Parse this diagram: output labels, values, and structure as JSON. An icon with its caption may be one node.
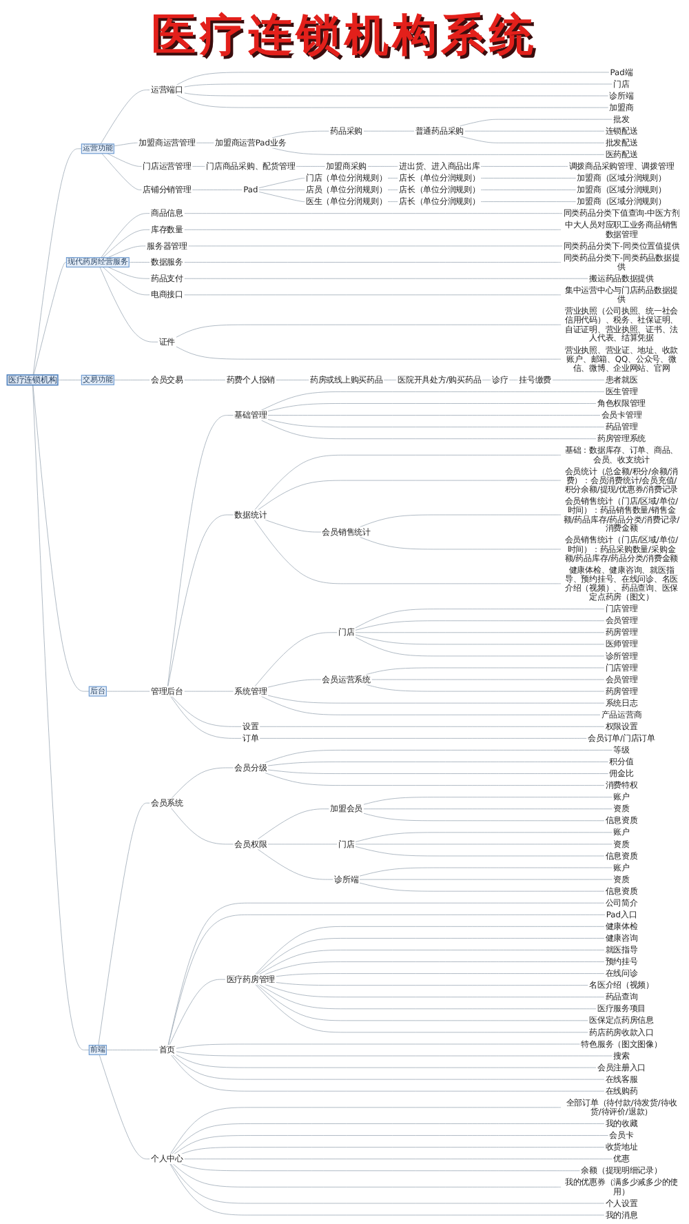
{
  "diagram": {
    "title": "医疗连锁机构系统",
    "nodes": [
      {
        "text": [
          "医疗连锁机构"
        ]
      },
      {
        "text": [
          "运营功能"
        ]
      },
      {
        "text": [
          "运营端口"
        ]
      },
      {
        "text": [
          "Pad端"
        ]
      },
      {
        "text": [
          "门店"
        ]
      },
      {
        "text": [
          "诊所端"
        ]
      },
      {
        "text": [
          "加盟商"
        ]
      },
      {
        "text": [
          "加盟商运营管理"
        ]
      },
      {
        "text": [
          "加盟商运营Pad业务"
        ]
      },
      {
        "text": [
          "药品采购"
        ]
      },
      {
        "text": [
          "普通药品采购"
        ]
      },
      {
        "text": [
          "批发"
        ]
      },
      {
        "text": [
          "连锁配送"
        ]
      },
      {
        "text": [
          "批发配送"
        ]
      },
      {
        "text": [
          "医药配送"
        ]
      },
      {
        "text": [
          "门店运营管理"
        ]
      },
      {
        "text": [
          "门店商品采购、配货管理"
        ]
      },
      {
        "text": [
          "加盟商采购"
        ]
      },
      {
        "text": [
          "进出货、进入商品出库"
        ]
      },
      {
        "text": [
          "调拨商品采购管理、调拨管理"
        ]
      },
      {
        "text": [
          "店铺分销管理"
        ]
      },
      {
        "text": [
          "Pad"
        ]
      },
      {
        "text": [
          "门店（单位分润规则）"
        ]
      },
      {
        "text": [
          "店长（单位分润规则）"
        ]
      },
      {
        "text": [
          "加盟商（区域分润规则）"
        ]
      },
      {
        "text": [
          "店员（单位分润规则）"
        ]
      },
      {
        "text": [
          "店长（单位分润规则）"
        ]
      },
      {
        "text": [
          "加盟商（区域分润规则）"
        ]
      },
      {
        "text": [
          "医生（单位分润规则）"
        ]
      },
      {
        "text": [
          "店长（单位分润规则）"
        ]
      },
      {
        "text": [
          "加盟商（区域分润规则）"
        ]
      },
      {
        "text": [
          "现代药房经营服务"
        ]
      },
      {
        "text": [
          "商品信息"
        ]
      },
      {
        "text": [
          "同类药品分类下值查询-中医方剂"
        ]
      },
      {
        "text": [
          "库存数量"
        ]
      },
      {
        "text": [
          "中大人员对应职工业务商品销售数据管理"
        ]
      },
      {
        "text": [
          "服务器管理"
        ]
      },
      {
        "text": [
          "同类药品分类下-同类位置值提供"
        ]
      },
      {
        "text": [
          "数据服务"
        ]
      },
      {
        "text": [
          "同类药品分类下-同类药品数据提供"
        ]
      },
      {
        "text": [
          "药品支付"
        ]
      },
      {
        "text": [
          "搬运药品数据提供"
        ]
      },
      {
        "text": [
          "电商接口"
        ]
      },
      {
        "text": [
          "集中运营中心与门店药品数据提供"
        ]
      },
      {
        "text": [
          "证件"
        ]
      },
      {
        "text": [
          "营业执照（公司执照、统一社会信用代码）、税务、社保证明、自证证明、营业执照、证书、法人代表、结算凭据"
        ]
      },
      {
        "text": [
          "营业执照、营业证、地址、收款账户、邮箱、QQ、公众号、微信、微博、企业网站、官网"
        ]
      },
      {
        "text": [
          "交易功能"
        ]
      },
      {
        "text": [
          "会员交易"
        ]
      },
      {
        "text": [
          "药费个人报销"
        ]
      },
      {
        "text": [
          "药房或线上购买药品"
        ]
      },
      {
        "text": [
          "医院开具处方/购买药品"
        ]
      },
      {
        "text": [
          "诊疗"
        ]
      },
      {
        "text": [
          "挂号缴费"
        ]
      },
      {
        "text": [
          "患者就医"
        ]
      },
      {
        "text": [
          "后台"
        ]
      },
      {
        "text": [
          "管理后台"
        ]
      },
      {
        "text": [
          "基础管理"
        ]
      },
      {
        "text": [
          "医生管理"
        ]
      },
      {
        "text": [
          "角色权限管理"
        ]
      },
      {
        "text": [
          "会员卡管理"
        ]
      },
      {
        "text": [
          "药品管理"
        ]
      },
      {
        "text": [
          "药房管理系统"
        ]
      },
      {
        "text": [
          "数据统计"
        ]
      },
      {
        "text": [
          "基础：数据库存、订单、商品、会员、收支统计"
        ]
      },
      {
        "text": [
          "会员统计（总金额/积分/余额/消费）：会员消费统计/会员充值/积分余额/提现/优惠券/消费记录"
        ]
      },
      {
        "text": [
          "会员销售统计"
        ]
      },
      {
        "text": [
          "会员销售统计（门店/区域/单位/时间）：药品销售数量/销售金额/药品库存/药品分类/消费记录/消费金额"
        ]
      },
      {
        "text": [
          "会员销售统计（门店/区域/单位/时间）：药品采购数量/采购金额/药品库存/药品分类/消费金额"
        ]
      },
      {
        "text": [
          "健康体检、健康咨询、就医指导、预约挂号、在线问诊、名医介绍（视频）、药品查询、医保定点药房（图文）"
        ]
      },
      {
        "text": [
          "系统管理"
        ]
      },
      {
        "text": [
          "门店"
        ]
      },
      {
        "text": [
          "门店管理"
        ]
      },
      {
        "text": [
          "会员管理"
        ]
      },
      {
        "text": [
          "药房管理"
        ]
      },
      {
        "text": [
          "医师管理"
        ]
      },
      {
        "text": [
          "诊所管理"
        ]
      },
      {
        "text": [
          "会员运营系统"
        ]
      },
      {
        "text": [
          "门店管理"
        ]
      },
      {
        "text": [
          "会员管理"
        ]
      },
      {
        "text": [
          "药房管理"
        ]
      },
      {
        "text": [
          "系统日志"
        ]
      },
      {
        "text": [
          "产品运营商"
        ]
      },
      {
        "text": [
          "设置"
        ]
      },
      {
        "text": [
          "权限设置"
        ]
      },
      {
        "text": [
          "订单"
        ]
      },
      {
        "text": [
          "会员订单/门店订单"
        ]
      },
      {
        "text": [
          "前端"
        ]
      },
      {
        "text": [
          "会员系统"
        ]
      },
      {
        "text": [
          "会员分级"
        ]
      },
      {
        "text": [
          "等级"
        ]
      },
      {
        "text": [
          "积分值"
        ]
      },
      {
        "text": [
          "佣金比"
        ]
      },
      {
        "text": [
          "消费特权"
        ]
      },
      {
        "text": [
          "会员权限"
        ]
      },
      {
        "text": [
          "加盟会员"
        ]
      },
      {
        "text": [
          "账户"
        ]
      },
      {
        "text": [
          "资质"
        ]
      },
      {
        "text": [
          "信息资质"
        ]
      },
      {
        "text": [
          "门店"
        ]
      },
      {
        "text": [
          "账户"
        ]
      },
      {
        "text": [
          "资质"
        ]
      },
      {
        "text": [
          "信息资质"
        ]
      },
      {
        "text": [
          "诊所端"
        ]
      },
      {
        "text": [
          "账户"
        ]
      },
      {
        "text": [
          "资质"
        ]
      },
      {
        "text": [
          "信息资质"
        ]
      },
      {
        "text": [
          "首页"
        ]
      },
      {
        "text": [
          "公司简介"
        ]
      },
      {
        "text": [
          "Pad入口"
        ]
      },
      {
        "text": [
          "医疗药房管理"
        ]
      },
      {
        "text": [
          "健康体检"
        ]
      },
      {
        "text": [
          "健康咨询"
        ]
      },
      {
        "text": [
          "就医指导"
        ]
      },
      {
        "text": [
          "预约挂号"
        ]
      },
      {
        "text": [
          "在线问诊"
        ]
      },
      {
        "text": [
          "名医介绍（视频）"
        ]
      },
      {
        "text": [
          "药品查询"
        ]
      },
      {
        "text": [
          "医疗服务项目"
        ]
      },
      {
        "text": [
          "医保定点药房信息"
        ]
      },
      {
        "text": [
          "药店药房收款入口"
        ]
      },
      {
        "text": [
          "特色服务（图文图像）"
        ]
      },
      {
        "text": [
          "搜索"
        ]
      },
      {
        "text": [
          "会员注册入口"
        ]
      },
      {
        "text": [
          "在线客服"
        ]
      },
      {
        "text": [
          "在线购药"
        ]
      },
      {
        "text": [
          "个人中心"
        ]
      },
      {
        "text": [
          "全部订单（待付款/待发货/待收货/待评价/退款）"
        ]
      },
      {
        "text": [
          "我的收藏"
        ]
      },
      {
        "text": [
          "会员卡"
        ]
      },
      {
        "text": [
          "收货地址"
        ]
      },
      {
        "text": [
          "优惠"
        ]
      },
      {
        "text": [
          "余额（提现明细记录）"
        ]
      },
      {
        "text": [
          "我的优惠券（满多少减多少的使用）"
        ]
      },
      {
        "text": [
          "个人设置"
        ]
      },
      {
        "text": [
          "我的消息"
        ]
      }
    ],
    "edges": [
      {
        "from": 0,
        "to": 1,
        "arrow": "none"
      },
      {
        "from": 1,
        "to": 2,
        "arrow": "none"
      },
      {
        "from": 2,
        "to": 3,
        "arrow": "none"
      },
      {
        "from": 2,
        "to": 4,
        "arrow": "none"
      },
      {
        "from": 2,
        "to": 5,
        "arrow": "none"
      },
      {
        "from": 2,
        "to": 6,
        "arrow": "none"
      },
      {
        "from": 1,
        "to": 7,
        "arrow": "none"
      },
      {
        "from": 7,
        "to": 8,
        "arrow": "none"
      },
      {
        "from": 8,
        "to": 9,
        "arrow": "none"
      },
      {
        "from": 9,
        "to": 10,
        "arrow": "none"
      },
      {
        "from": 10,
        "to": 11,
        "arrow": "none"
      },
      {
        "from": 10,
        "to": 12,
        "arrow": "none"
      },
      {
        "from": 10,
        "to": 13,
        "arrow": "none"
      },
      {
        "from": 8,
        "to": 14,
        "arrow": "none"
      },
      {
        "from": 1,
        "to": 15,
        "arrow": "none"
      },
      {
        "from": 15,
        "to": 16,
        "arrow": "none"
      },
      {
        "from": 16,
        "to": 17,
        "arrow": "none"
      },
      {
        "from": 17,
        "to": 18,
        "arrow": "none"
      },
      {
        "from": 18,
        "to": 19,
        "arrow": "none"
      },
      {
        "from": 1,
        "to": 20,
        "arrow": "none"
      },
      {
        "from": 20,
        "to": 21,
        "arrow": "none"
      },
      {
        "from": 21,
        "to": 22,
        "arrow": "none"
      },
      {
        "from": 22,
        "to": 23,
        "arrow": "none"
      },
      {
        "from": 23,
        "to": 24,
        "arrow": "none"
      },
      {
        "from": 21,
        "to": 25,
        "arrow": "none"
      },
      {
        "from": 25,
        "to": 26,
        "arrow": "none"
      },
      {
        "from": 26,
        "to": 27,
        "arrow": "none"
      },
      {
        "from": 21,
        "to": 28,
        "arrow": "none"
      },
      {
        "from": 28,
        "to": 29,
        "arrow": "none"
      },
      {
        "from": 29,
        "to": 30,
        "arrow": "none"
      },
      {
        "from": 0,
        "to": 31,
        "arrow": "none"
      },
      {
        "from": 31,
        "to": 32,
        "arrow": "none"
      },
      {
        "from": 32,
        "to": 33,
        "arrow": "none"
      },
      {
        "from": 31,
        "to": 34,
        "arrow": "none"
      },
      {
        "from": 34,
        "to": 35,
        "arrow": "none"
      },
      {
        "from": 31,
        "to": 36,
        "arrow": "none"
      },
      {
        "from": 36,
        "to": 37,
        "arrow": "none"
      },
      {
        "from": 31,
        "to": 38,
        "arrow": "none"
      },
      {
        "from": 38,
        "to": 39,
        "arrow": "none"
      },
      {
        "from": 31,
        "to": 40,
        "arrow": "none"
      },
      {
        "from": 40,
        "to": 41,
        "arrow": "none"
      },
      {
        "from": 31,
        "to": 42,
        "arrow": "none"
      },
      {
        "from": 42,
        "to": 43,
        "arrow": "none"
      },
      {
        "from": 31,
        "to": 44,
        "arrow": "none"
      },
      {
        "from": 44,
        "to": 45,
        "arrow": "none"
      },
      {
        "from": 44,
        "to": 46,
        "arrow": "none"
      },
      {
        "from": 0,
        "to": 47,
        "arrow": "none"
      },
      {
        "from": 47,
        "to": 48,
        "arrow": "none"
      },
      {
        "from": 48,
        "to": 49,
        "arrow": "none"
      },
      {
        "from": 49,
        "to": 50,
        "arrow": "none"
      },
      {
        "from": 50,
        "to": 51,
        "arrow": "none"
      },
      {
        "from": 51,
        "to": 52,
        "arrow": "none"
      },
      {
        "from": 52,
        "to": 53,
        "arrow": "none"
      },
      {
        "from": 53,
        "to": 54,
        "arrow": "none"
      },
      {
        "from": 0,
        "to": 55,
        "arrow": "none"
      },
      {
        "from": 55,
        "to": 56,
        "arrow": "none"
      },
      {
        "from": 56,
        "to": 57,
        "arrow": "none"
      },
      {
        "from": 57,
        "to": 58,
        "arrow": "none"
      },
      {
        "from": 57,
        "to": 59,
        "arrow": "none"
      },
      {
        "from": 57,
        "to": 60,
        "arrow": "none"
      },
      {
        "from": 57,
        "to": 61,
        "arrow": "none"
      },
      {
        "from": 57,
        "to": 62,
        "arrow": "none"
      },
      {
        "from": 56,
        "to": 63,
        "arrow": "none"
      },
      {
        "from": 63,
        "to": 64,
        "arrow": "none"
      },
      {
        "from": 63,
        "to": 65,
        "arrow": "none"
      },
      {
        "from": 63,
        "to": 66,
        "arrow": "none"
      },
      {
        "from": 66,
        "to": 67,
        "arrow": "none"
      },
      {
        "from": 66,
        "to": 68,
        "arrow": "none"
      },
      {
        "from": 63,
        "to": 69,
        "arrow": "none"
      },
      {
        "from": 56,
        "to": 70,
        "arrow": "none"
      },
      {
        "from": 70,
        "to": 71,
        "arrow": "none"
      },
      {
        "from": 71,
        "to": 72,
        "arrow": "none"
      },
      {
        "from": 71,
        "to": 73,
        "arrow": "none"
      },
      {
        "from": 71,
        "to": 74,
        "arrow": "none"
      },
      {
        "from": 71,
        "to": 75,
        "arrow": "none"
      },
      {
        "from": 71,
        "to": 76,
        "arrow": "none"
      },
      {
        "from": 70,
        "to": 77,
        "arrow": "none"
      },
      {
        "from": 77,
        "to": 78,
        "arrow": "none"
      },
      {
        "from": 77,
        "to": 79,
        "arrow": "none"
      },
      {
        "from": 77,
        "to": 80,
        "arrow": "none"
      },
      {
        "from": 70,
        "to": 81,
        "arrow": "none"
      },
      {
        "from": 70,
        "to": 82,
        "arrow": "none"
      },
      {
        "from": 56,
        "to": 83,
        "arrow": "none"
      },
      {
        "from": 83,
        "to": 84,
        "arrow": "none"
      },
      {
        "from": 56,
        "to": 85,
        "arrow": "none"
      },
      {
        "from": 85,
        "to": 86,
        "arrow": "none"
      },
      {
        "from": 0,
        "to": 87,
        "arrow": "none"
      },
      {
        "from": 87,
        "to": 88,
        "arrow": "none"
      },
      {
        "from": 88,
        "to": 89,
        "arrow": "none"
      },
      {
        "from": 89,
        "to": 90,
        "arrow": "none"
      },
      {
        "from": 89,
        "to": 91,
        "arrow": "none"
      },
      {
        "from": 89,
        "to": 92,
        "arrow": "none"
      },
      {
        "from": 89,
        "to": 93,
        "arrow": "none"
      },
      {
        "from": 88,
        "to": 94,
        "arrow": "none"
      },
      {
        "from": 94,
        "to": 95,
        "arrow": "none"
      },
      {
        "from": 95,
        "to": 96,
        "arrow": "none"
      },
      {
        "from": 95,
        "to": 97,
        "arrow": "none"
      },
      {
        "from": 95,
        "to": 98,
        "arrow": "none"
      },
      {
        "from": 94,
        "to": 99,
        "arrow": "none"
      },
      {
        "from": 99,
        "to": 100,
        "arrow": "none"
      },
      {
        "from": 99,
        "to": 101,
        "arrow": "none"
      },
      {
        "from": 99,
        "to": 102,
        "arrow": "none"
      },
      {
        "from": 94,
        "to": 103,
        "arrow": "none"
      },
      {
        "from": 103,
        "to": 104,
        "arrow": "none"
      },
      {
        "from": 103,
        "to": 105,
        "arrow": "none"
      },
      {
        "from": 103,
        "to": 106,
        "arrow": "none"
      },
      {
        "from": 87,
        "to": 107,
        "arrow": "none"
      },
      {
        "from": 107,
        "to": 108,
        "arrow": "none"
      },
      {
        "from": 107,
        "to": 109,
        "arrow": "none"
      },
      {
        "from": 107,
        "to": 110,
        "arrow": "none"
      },
      {
        "from": 110,
        "to": 111,
        "arrow": "none"
      },
      {
        "from": 110,
        "to": 112,
        "arrow": "none"
      },
      {
        "from": 110,
        "to": 113,
        "arrow": "none"
      },
      {
        "from": 110,
        "to": 114,
        "arrow": "none"
      },
      {
        "from": 110,
        "to": 115,
        "arrow": "none"
      },
      {
        "from": 110,
        "to": 116,
        "arrow": "none"
      },
      {
        "from": 110,
        "to": 117,
        "arrow": "none"
      },
      {
        "from": 110,
        "to": 118,
        "arrow": "none"
      },
      {
        "from": 110,
        "to": 119,
        "arrow": "none"
      },
      {
        "from": 110,
        "to": 120,
        "arrow": "none"
      },
      {
        "from": 107,
        "to": 121,
        "arrow": "none"
      },
      {
        "from": 107,
        "to": 122,
        "arrow": "none"
      },
      {
        "from": 107,
        "to": 123,
        "arrow": "none"
      },
      {
        "from": 107,
        "to": 124,
        "arrow": "none"
      },
      {
        "from": 107,
        "to": 125,
        "arrow": "none"
      },
      {
        "from": 87,
        "to": 126,
        "arrow": "none"
      },
      {
        "from": 126,
        "to": 127,
        "arrow": "none"
      },
      {
        "from": 126,
        "to": 128,
        "arrow": "none"
      },
      {
        "from": 126,
        "to": 129,
        "arrow": "none"
      },
      {
        "from": 126,
        "to": 130,
        "arrow": "none"
      },
      {
        "from": 126,
        "to": 131,
        "arrow": "none"
      },
      {
        "from": 126,
        "to": 132,
        "arrow": "none"
      },
      {
        "from": 126,
        "to": 133,
        "arrow": "none"
      },
      {
        "from": 126,
        "to": 134,
        "arrow": "none"
      },
      {
        "from": 126,
        "to": 135,
        "arrow": "none"
      }
    ]
  }
}
